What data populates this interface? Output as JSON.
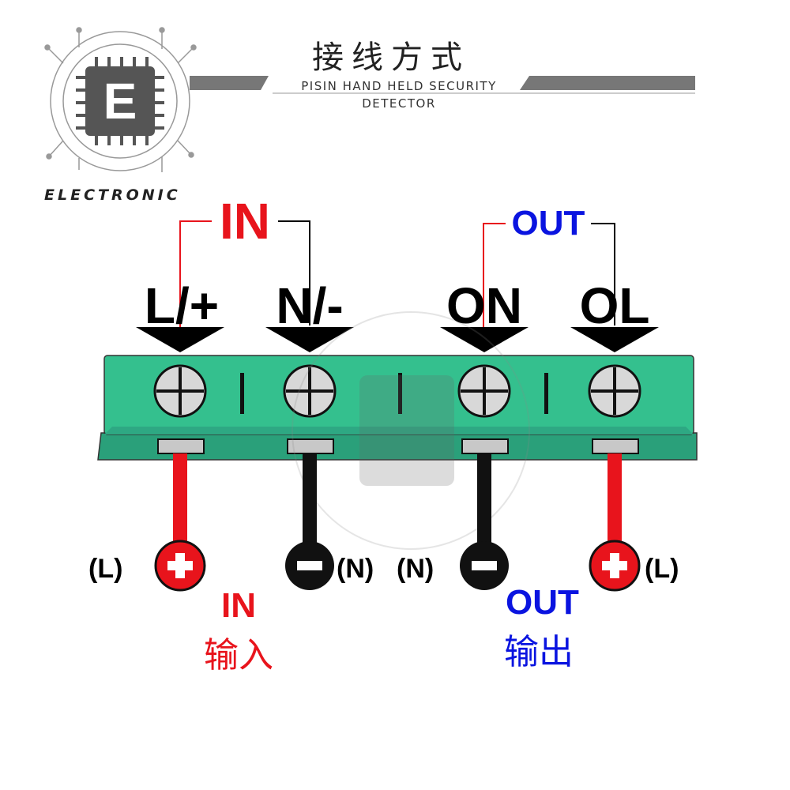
{
  "header": {
    "title": "接线方式",
    "subtitle": "PISIN HAND HELD SECURITY DETECTOR",
    "logo_letter": "E",
    "logo_text": "ELECTRONIC"
  },
  "groups": {
    "input_label": "IN",
    "output_label": "OUT"
  },
  "terminals": {
    "t1": "L/+",
    "t2": "N/-",
    "t3": "ON",
    "t4": "OL"
  },
  "wires": {
    "w1_tag": "(L)",
    "w2_tag": "(N)",
    "w3_tag": "(N)",
    "w4_tag": "(L)",
    "plus_symbol": "+",
    "minus_symbol": "−"
  },
  "bottom": {
    "in_en": "IN",
    "in_cn": "输入",
    "out_en": "OUT",
    "out_cn": "输出"
  },
  "colors": {
    "red": "#e8141c",
    "blue": "#0a14e0",
    "terminal_green": "#34c08e",
    "black": "#000000"
  }
}
